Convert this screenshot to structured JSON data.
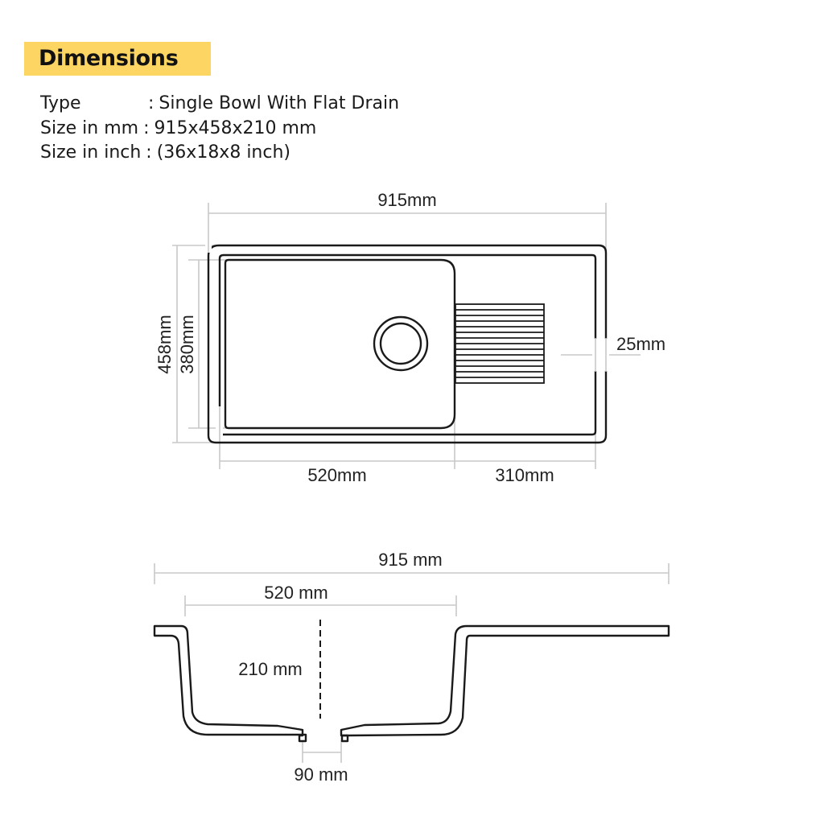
{
  "header": {
    "title": "Dimensions",
    "banner_color": "#FDD563"
  },
  "specs": [
    {
      "label": "Type",
      "separator": ":",
      "value": "Single Bowl With Flat Drain"
    },
    {
      "label": "Size in mm",
      "separator": ":",
      "value": "915x458x210 mm"
    },
    {
      "label": "Size in inch",
      "separator": ":",
      "value": "(36x18x8 inch)"
    }
  ],
  "top_view": {
    "overall_width": "915mm",
    "overall_depth": "458mm",
    "bowl_depth": "380mm",
    "bowl_width": "520mm",
    "drainboard_width": "310mm",
    "rim_width": "25mm",
    "drainboard_rib_count": 14
  },
  "side_view": {
    "overall_width": "915 mm",
    "bowl_width": "520 mm",
    "bowl_height": "210 mm",
    "drain_width": "90 mm"
  },
  "colors": {
    "outline": "#1a1a1a",
    "dimension_line": "#c8c8c8"
  }
}
